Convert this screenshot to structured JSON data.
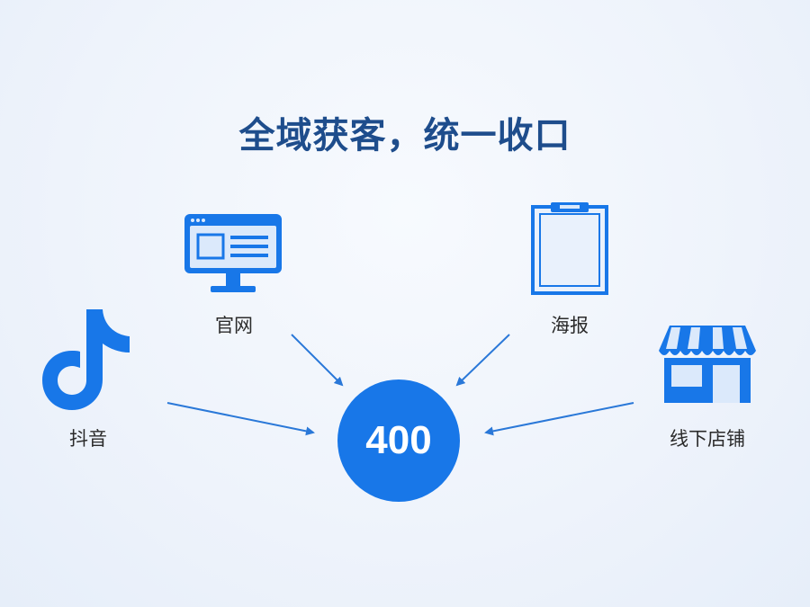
{
  "title": "全域获客，统一收口",
  "hub": {
    "label": "400"
  },
  "sources": [
    {
      "label": "官网",
      "icon": "monitor-icon"
    },
    {
      "label": "海报",
      "icon": "poster-icon"
    },
    {
      "label": "抖音",
      "icon": "tiktok-icon"
    },
    {
      "label": "线下店铺",
      "icon": "store-icon"
    }
  ],
  "colors": {
    "accent": "#1877e8",
    "title": "#1e4d8c",
    "arrow": "#2a78d8"
  }
}
